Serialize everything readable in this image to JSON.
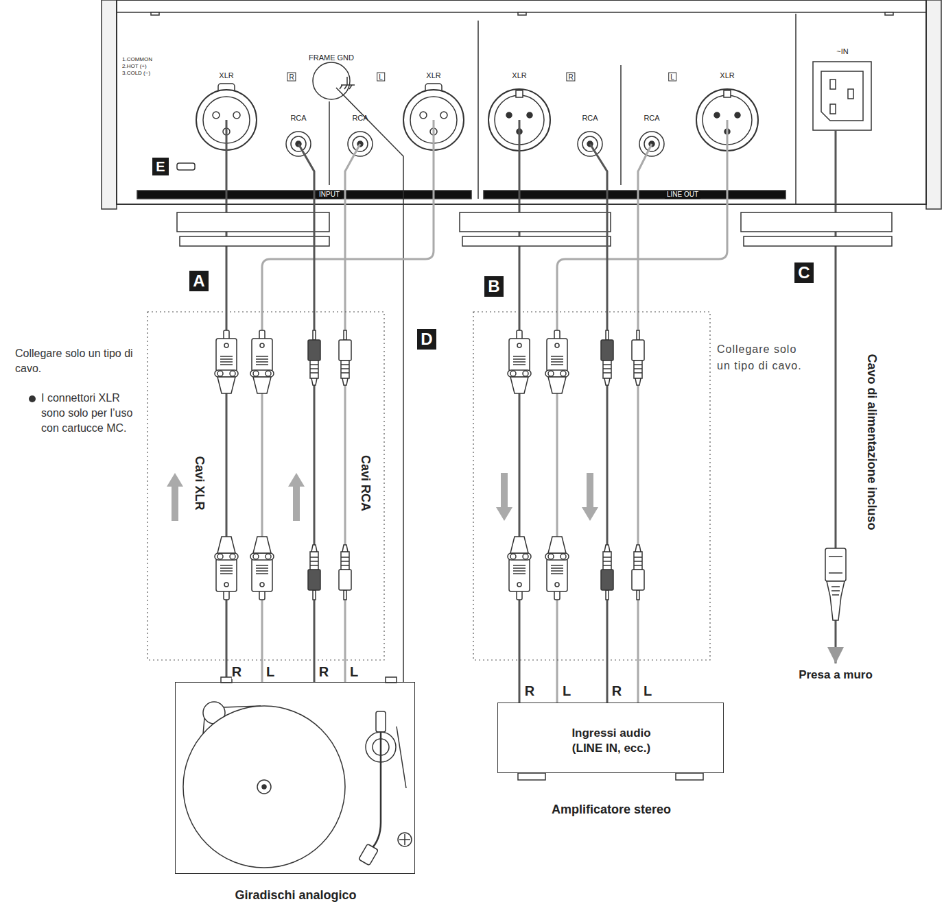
{
  "diagram": {
    "nodes": [
      {
        "text": [
          "INPUT",
          "LINE OUT"
        ]
      },
      {
        "text": [
          "Giradischi analogico"
        ]
      },
      {
        "text": [
          "Ingressi audio (LINE IN, ecc.)",
          "Amplificatore stereo"
        ]
      },
      {
        "text": [
          "Presa a muro"
        ]
      }
    ],
    "edges": [
      {
        "from": 1,
        "to": 0,
        "arrow": "none",
        "label": "A"
      },
      {
        "from": 0,
        "to": 2,
        "arrow": "none",
        "label": "B"
      },
      {
        "from": 0,
        "to": 3,
        "arrow": "to",
        "label": "C"
      },
      {
        "from": 1,
        "to": 0,
        "arrow": "none",
        "label": "D"
      }
    ],
    "labels": [
      "1.COMMON",
      "2.HOT (+)",
      "3.COLD (−)",
      "XLR",
      "R",
      "FRAME GND",
      "RCA",
      "RCA",
      "L",
      "XLR",
      "XLR",
      "R",
      "RCA",
      "RCA",
      "L",
      "XLR",
      "~IN",
      "E",
      "Collegare solo un tipo di cavo.",
      "I connettori XLR sono solo per l’uso con cartucce MC.",
      "Cavi XLR",
      "Cavi RCA",
      "Collegare solo un tipo di cavo.",
      "Cavo di alimentazione incluso",
      "R",
      "L",
      "R",
      "L",
      "R",
      "L",
      "R",
      "L"
    ]
  }
}
